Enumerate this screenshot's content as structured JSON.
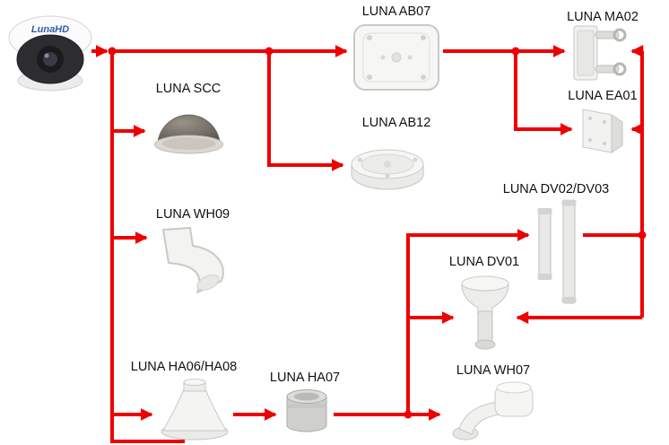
{
  "colors": {
    "connector": "#ee0000",
    "text": "#111111",
    "background": "#ffffff",
    "camera_brand_blue": "#2b5cad"
  },
  "camera": {
    "brand": "LunaHD"
  },
  "products": {
    "ab07": {
      "label": "LUNA AB07"
    },
    "ma02": {
      "label": "LUNA MA02"
    },
    "scc": {
      "label": "LUNA SCC"
    },
    "ea01": {
      "label": "LUNA EA01"
    },
    "ab12": {
      "label": "LUNA AB12"
    },
    "dv02dv03": {
      "label": "LUNA DV02/DV03"
    },
    "wh09": {
      "label": "LUNA WH09"
    },
    "dv01": {
      "label": "LUNA DV01"
    },
    "ha06ha08": {
      "label": "LUNA HA06/HA08"
    },
    "ha07": {
      "label": "LUNA HA07"
    },
    "wh07": {
      "label": "LUNA WH07"
    }
  },
  "connections": [
    {
      "from": "camera",
      "to": "LUNA AB07"
    },
    {
      "from": "camera",
      "to": "LUNA SCC"
    },
    {
      "from": "camera",
      "to": "LUNA AB12"
    },
    {
      "from": "camera",
      "to": "LUNA WH09"
    },
    {
      "from": "camera",
      "to": "LUNA HA06/HA08"
    },
    {
      "from": "LUNA AB07",
      "to": "LUNA MA02"
    },
    {
      "from": "LUNA AB07",
      "to": "LUNA EA01"
    },
    {
      "from": "LUNA HA06/HA08",
      "to": "LUNA HA07"
    },
    {
      "from": "LUNA HA07",
      "to": "LUNA WH07"
    },
    {
      "from": "LUNA HA07",
      "to": "LUNA DV02/DV03"
    },
    {
      "from": "LUNA HA07",
      "to": "LUNA DV01"
    },
    {
      "from": "LUNA DV02/DV03",
      "to": "LUNA MA02"
    },
    {
      "from": "LUNA DV02/DV03",
      "to": "LUNA EA01"
    },
    {
      "from": "LUNA DV02/DV03",
      "to": "LUNA DV01"
    }
  ]
}
